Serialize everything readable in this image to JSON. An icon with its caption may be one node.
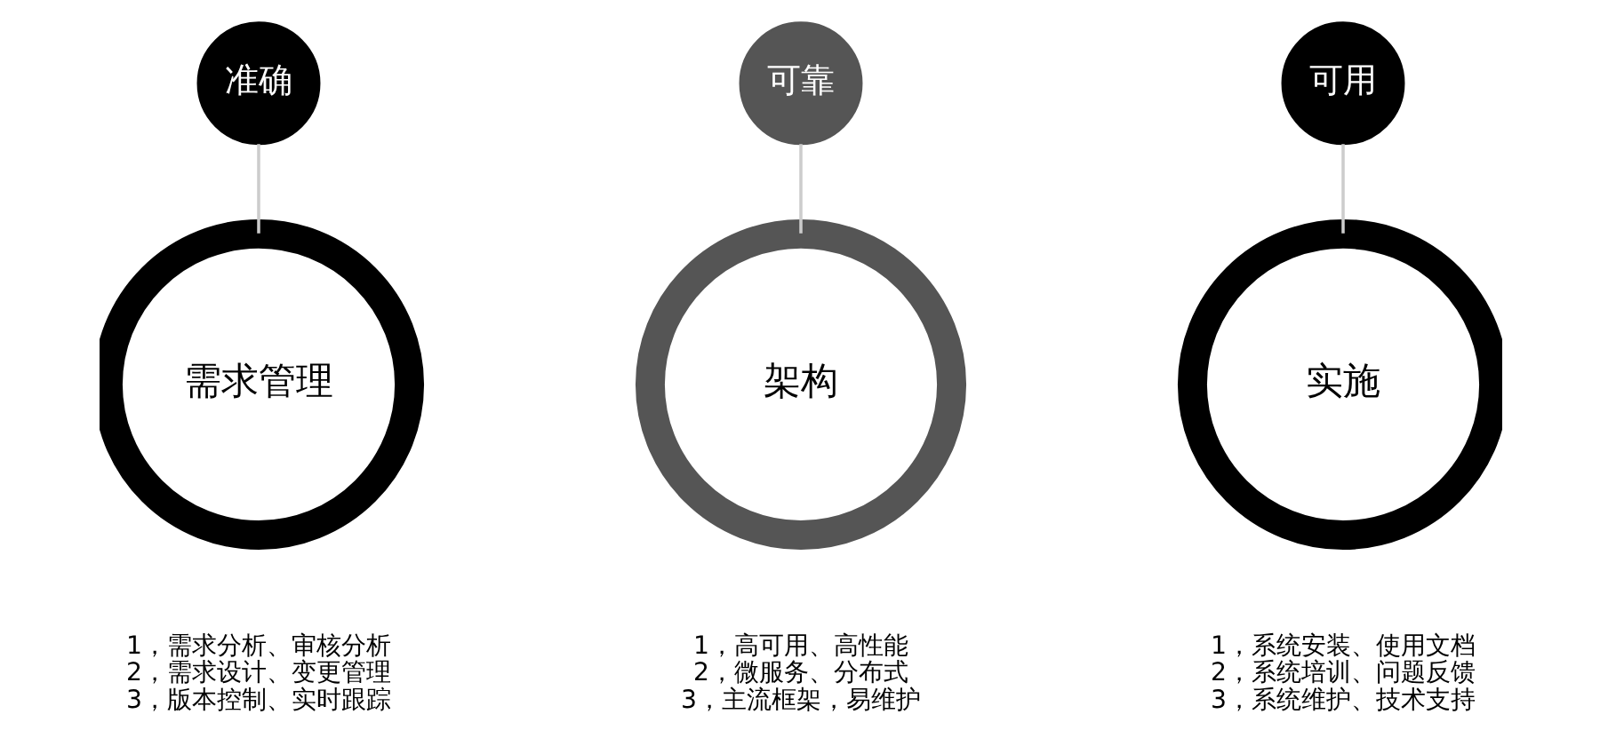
{
  "diagram": {
    "nodes": [
      {
        "text": [
          "准确"
        ]
      },
      {
        "text": [
          "可靠"
        ]
      },
      {
        "text": [
          "可用"
        ]
      },
      {
        "text": [
          "需求管理"
        ],
        "beside": [
          "1，需求分析、审核分析",
          "2，需求设计、变更管理",
          "3，版本控制、实时跟踪"
        ]
      },
      {
        "text": [
          "架构"
        ],
        "beside": [
          "1，高可用、高性能",
          "2，微服务、分布式",
          "3，主流框架，易维护"
        ]
      },
      {
        "text": [
          "实施"
        ],
        "beside": [
          "1，系统安装、使用文档",
          "2，系统培训、问题反馈",
          "3，系统维护、技术支持"
        ]
      }
    ],
    "edges": [
      {
        "from": 0,
        "to": 3,
        "arrow": "none"
      },
      {
        "from": 1,
        "to": 4,
        "arrow": "none"
      },
      {
        "from": 2,
        "to": 5,
        "arrow": "none"
      }
    ]
  }
}
